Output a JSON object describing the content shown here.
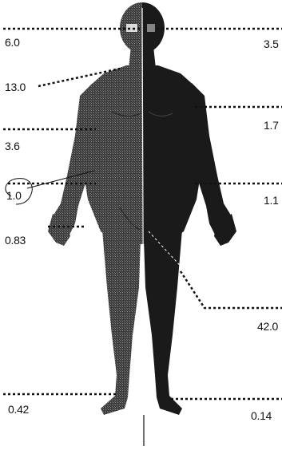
{
  "diagram": {
    "left_values": [
      "6.0",
      "13.0",
      "3.6",
      "1.0",
      "0.83",
      "0.42"
    ],
    "right_values": [
      "3.5",
      "1.7",
      "1.1",
      "42.0",
      "0.14"
    ]
  },
  "colors": {
    "left_half": "#3c3c3c",
    "right_half": "#1a1a1a",
    "ink": "#111111",
    "background": "#ffffff"
  }
}
